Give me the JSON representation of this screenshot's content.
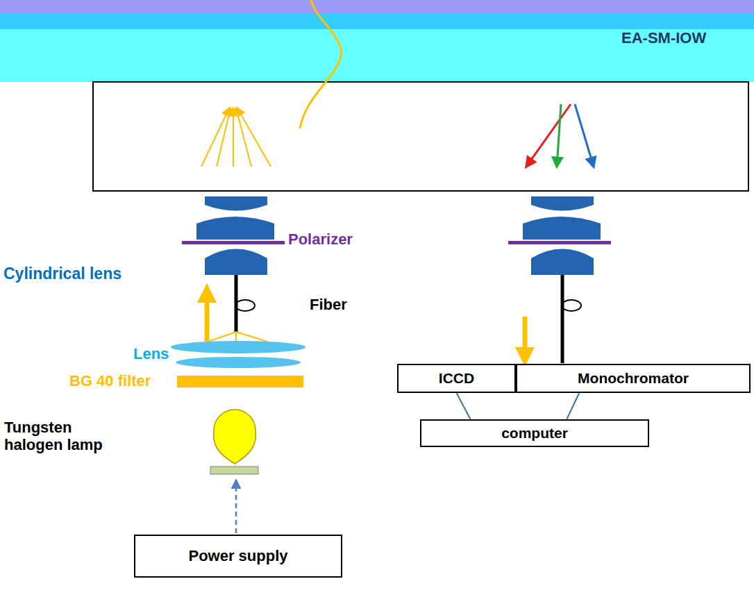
{
  "diagram": {
    "nodes": [
      {
        "text": [
          "EA-SM-IOW"
        ]
      },
      {
        "text": [
          "ICCD"
        ]
      },
      {
        "text": [
          "Monochromator"
        ]
      },
      {
        "text": [
          "computer"
        ]
      },
      {
        "text": [
          "Power supply"
        ]
      }
    ],
    "edges": [
      {
        "from": 1,
        "to": 3,
        "arrow": "none"
      },
      {
        "from": 2,
        "to": 3,
        "arrow": "none"
      }
    ],
    "labels": [
      "Polarizer",
      "Cylindrical lens",
      "Fiber",
      "Lens",
      "BG 40 filter",
      "Tungsten halogen lamp"
    ]
  }
}
